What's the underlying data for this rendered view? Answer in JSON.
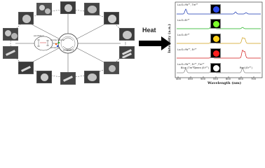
{
  "heat_label": "Heat",
  "left": {
    "center_text": "CONNECT",
    "excitation_text": "excitation",
    "energy_text": "energy transfer",
    "emission_text": "emission"
  },
  "plot": {
    "ylabel": "Intensity (a.u.)",
    "xlabel": "Wavelength (nm)",
    "ticks": [
      "400",
      "450",
      "500",
      "550",
      "600",
      "650",
      "700"
    ],
    "peaks": [
      "Blue (Tm³⁺)",
      "Green (Er³⁺)",
      "Red (Er³⁺)"
    ],
    "series": [
      {
        "label": "Lu₂O₃:Yb³⁺, Tm³⁺",
        "color": "#1533b0",
        "swatch": "#2f4df0"
      },
      {
        "label": "Lu₂O₃:Er³⁺",
        "color": "#18b018",
        "swatch": "#7cff2a"
      },
      {
        "label": "Lu₂O₃:Er³⁺",
        "color": "#cfa01a",
        "swatch": "#ffd21a"
      },
      {
        "label": "Lu₂O₃:Yb³⁺, Er³⁺",
        "color": "#d11717",
        "swatch": "#ff1e1e"
      },
      {
        "label": "Lu₂O₃:Yb³⁺, Er³⁺, Tm³⁺",
        "color": "#888888",
        "swatch": "#ffffff"
      }
    ]
  }
}
